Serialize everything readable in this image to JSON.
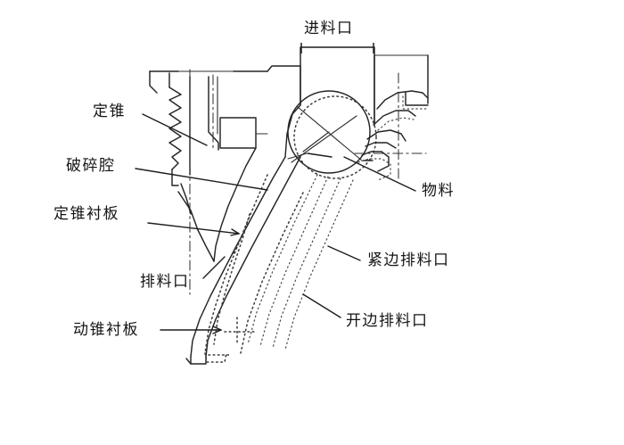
{
  "figure": {
    "kind": "cone-crusher-cross-section-diagram",
    "background_color": "#ffffff",
    "ink_color": "#252525"
  },
  "labels": {
    "feed_opening": "进料口",
    "fixed_cone": "定锥",
    "crushing_chamber": "破碎腔",
    "fixed_cone_liner": "定锥衬板",
    "discharge_opening": "排料口",
    "moving_cone_liner": "动锥衬板",
    "material": "物料",
    "tight_side_discharge_opening": "紧边排料口",
    "open_side_discharge_opening": "开边排料口"
  }
}
